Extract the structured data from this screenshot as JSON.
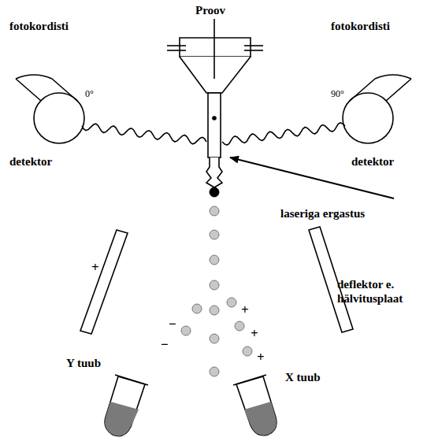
{
  "diagram": {
    "labels": [
      "Proov",
      "fotokordisti",
      "fotokordisti",
      "0°",
      "detektor",
      "90°",
      "detektor",
      "laseriga ergastus",
      "+",
      "deflektor e. hälvitusplaat",
      "−",
      "−",
      "+",
      "+",
      "+",
      "Y tuub",
      "X tuub"
    ]
  }
}
